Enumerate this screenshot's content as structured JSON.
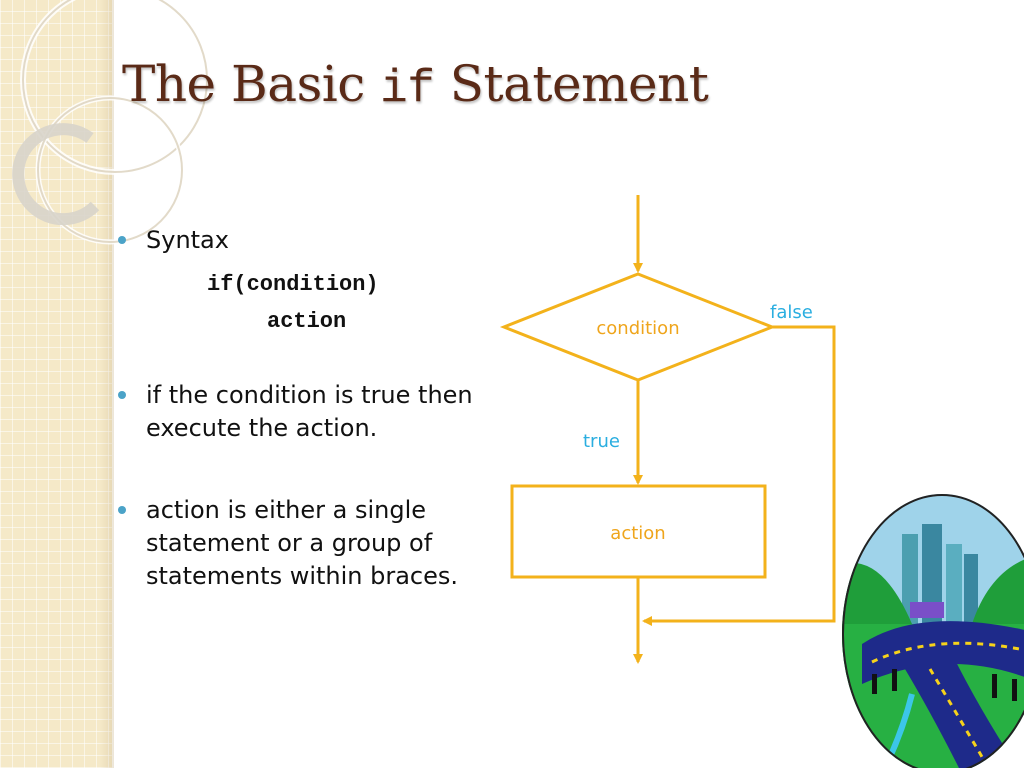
{
  "slide": {
    "title": {
      "before": "The Basic ",
      "keyword": "if",
      "after": " Statement"
    },
    "bullets": [
      {
        "text": "Syntax"
      },
      {
        "text": "if the condition is true then execute the action."
      },
      {
        "text": "action is either a single statement or a group of statements within braces."
      }
    ],
    "syntax_code": {
      "line1": "if(condition)",
      "line2": "action"
    }
  },
  "flowchart": {
    "decision_label": "condition",
    "true_label": "true",
    "false_label": "false",
    "action_label": "action",
    "colors": {
      "lines": "#f3b21b",
      "labels": "#efa51c",
      "branch_labels": "#2aaee0"
    }
  },
  "decoration": {
    "clipart_icon": "highway-city-icon",
    "side_panel_color": "#f5e9c8",
    "bullet_color": "#4ba3c8",
    "title_color": "#5a2a17"
  }
}
